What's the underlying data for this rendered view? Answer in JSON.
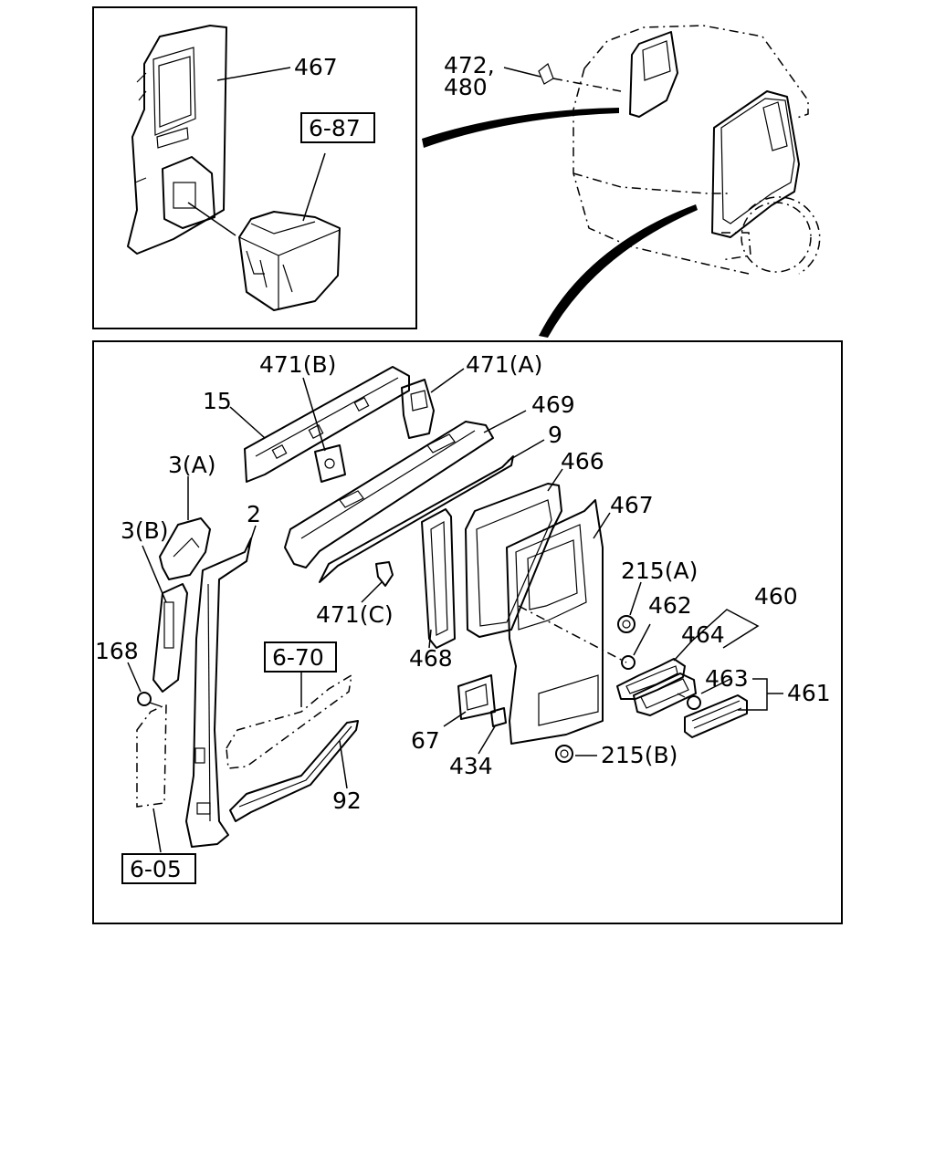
{
  "callouts": {
    "p467_top": "467",
    "p472": "472,",
    "p480": "480",
    "p471b": "471(B)",
    "p471a": "471(A)",
    "p15": "15",
    "p469": "469",
    "p9": "9",
    "p466": "466",
    "p3a": "3(A)",
    "p2": "2",
    "p467": "467",
    "p3b": "3(B)",
    "p215a": "215(A)",
    "p460": "460",
    "p462": "462",
    "p471c": "471(C)",
    "p464": "464",
    "p168": "168",
    "p463": "463",
    "p461": "461",
    "p468": "468",
    "p67": "67",
    "p434": "434",
    "p215b": "215(B)",
    "p92": "92"
  },
  "refs": {
    "r687": "6-87",
    "r670": "6-70",
    "r605": "6-05"
  }
}
